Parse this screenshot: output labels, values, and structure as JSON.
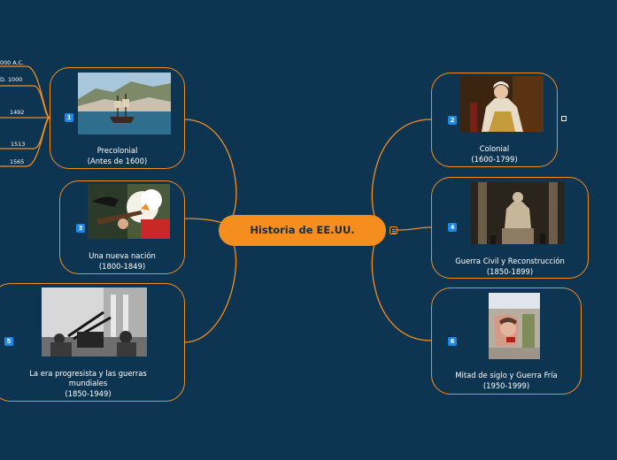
{
  "central": {
    "title": "Historia de EE.UU."
  },
  "topics": [
    {
      "number": "1",
      "title": "Precolonial",
      "period": "(Antes de 1600)",
      "image": "sailing-ship-photo"
    },
    {
      "number": "2",
      "title": "Colonial",
      "period": "(1600-1799)",
      "image": "king-portrait-painting"
    },
    {
      "number": "3",
      "title": "Una nueva nación",
      "period": "(1800-1849)",
      "image": "musket-firing-photo"
    },
    {
      "number": "4",
      "title": "Guerra Civil y Reconstrucción",
      "period": "(1850-1899)",
      "image": "lincoln-memorial-photo"
    },
    {
      "number": "5",
      "title": "La era progresista y las guerras",
      "title2": "mundiales",
      "period": "(1850-1949)",
      "image": "anti-aircraft-gun-photo"
    },
    {
      "number": "6",
      "title": "Mitad de siglo y Guerra Fría",
      "period": "(1950-1999)",
      "image": "berlin-wall-photo"
    }
  ],
  "subtopics": [
    "000 A.C.",
    "D. 1000",
    "1492",
    "1513",
    "1565"
  ],
  "colors": {
    "background": "#0d3552",
    "accent": "#f58d1f",
    "badge": "#1e88e5"
  },
  "icons": [
    "notes-icon",
    "external-link-icon"
  ]
}
